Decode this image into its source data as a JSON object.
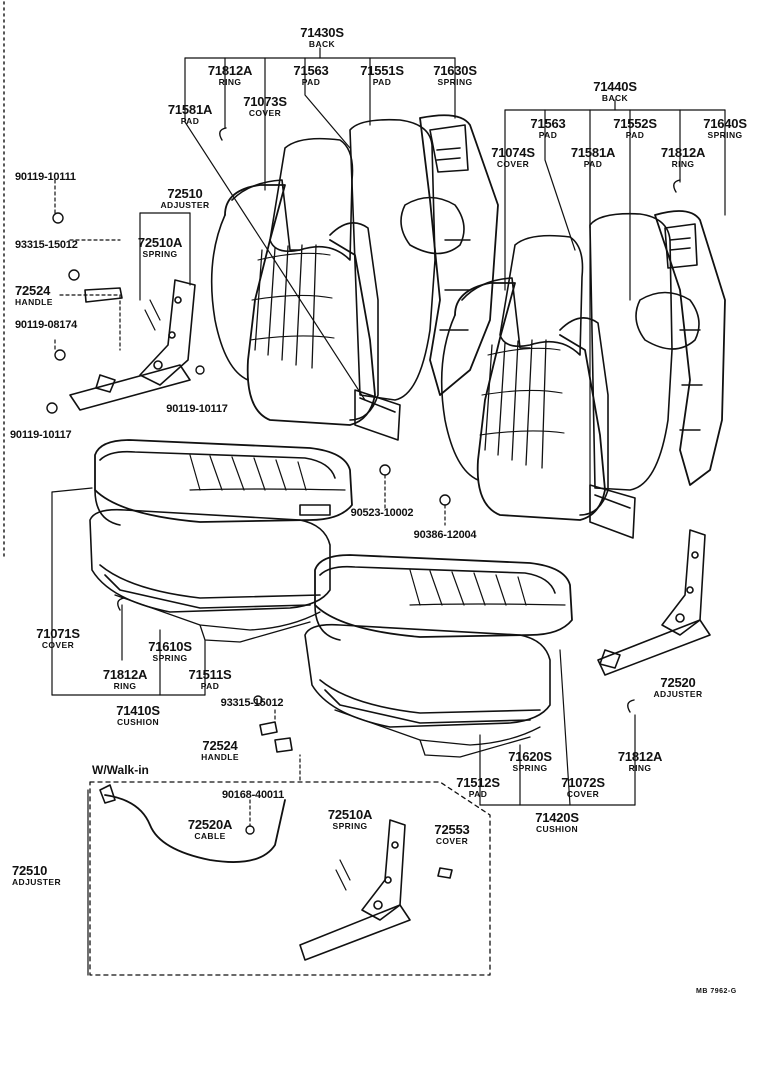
{
  "parts": {
    "back_a": {
      "number": "71430S",
      "name": "BACK"
    },
    "ring_a": {
      "number": "71812A",
      "name": "RING"
    },
    "pad_a1": {
      "number": "71563",
      "name": "PAD"
    },
    "pad_a2": {
      "number": "71551S",
      "name": "PAD"
    },
    "spring_a": {
      "number": "71630S",
      "name": "SPRING"
    },
    "pad_a3": {
      "number": "71581A",
      "name": "PAD"
    },
    "cover_a": {
      "number": "71073S",
      "name": "COVER"
    },
    "back_b": {
      "number": "71440S",
      "name": "BACK"
    },
    "pad_b1": {
      "number": "71563",
      "name": "PAD"
    },
    "pad_b2": {
      "number": "71552S",
      "name": "PAD"
    },
    "spring_b": {
      "number": "71640S",
      "name": "SPRING"
    },
    "cover_b": {
      "number": "71074S",
      "name": "COVER"
    },
    "pad_b3": {
      "number": "71581A",
      "name": "PAD"
    },
    "ring_b": {
      "number": "71812A",
      "name": "RING"
    },
    "bolt_1": {
      "number": "90119-10111",
      "name": ""
    },
    "adjuster_a": {
      "number": "72510",
      "name": "ADJUSTER"
    },
    "spring_c": {
      "number": "72510A",
      "name": "SPRING"
    },
    "screw_a": {
      "number": "93315-15012",
      "name": ""
    },
    "handle_a": {
      "number": "72524",
      "name": "HANDLE"
    },
    "bolt_2": {
      "number": "90119-08174",
      "name": ""
    },
    "bolt_3": {
      "number": "90119-10117",
      "name": ""
    },
    "bolt_4": {
      "number": "90119-10117",
      "name": ""
    },
    "nut_1": {
      "number": "90523-10002",
      "name": ""
    },
    "nut_2": {
      "number": "90386-12004",
      "name": ""
    },
    "cover_c": {
      "number": "71071S",
      "name": "COVER"
    },
    "spring_d": {
      "number": "71610S",
      "name": "SPRING"
    },
    "ring_c": {
      "number": "71812A",
      "name": "RING"
    },
    "pad_c": {
      "number": "71511S",
      "name": "PAD"
    },
    "cushion_a": {
      "number": "71410S",
      "name": "CUSHION"
    },
    "screw_b": {
      "number": "93315-15012",
      "name": ""
    },
    "handle_b": {
      "number": "72524",
      "name": "HANDLE"
    },
    "adjuster_b": {
      "number": "72520",
      "name": "ADJUSTER"
    },
    "spring_e": {
      "number": "71620S",
      "name": "SPRING"
    },
    "ring_d": {
      "number": "71812A",
      "name": "RING"
    },
    "pad_d": {
      "number": "71512S",
      "name": "PAD"
    },
    "cover_d": {
      "number": "71072S",
      "name": "COVER"
    },
    "cushion_b": {
      "number": "71420S",
      "name": "CUSHION"
    },
    "clip_1": {
      "number": "90168-40011",
      "name": ""
    },
    "cable_a": {
      "number": "72520A",
      "name": "CABLE"
    },
    "spring_f": {
      "number": "72510A",
      "name": "SPRING"
    },
    "cover_e": {
      "number": "72553",
      "name": "COVER"
    },
    "adjuster_c": {
      "number": "72510",
      "name": "ADJUSTER"
    }
  },
  "walk_in_label": "W/Walk-in",
  "drawing_code": "MB 7962-G"
}
